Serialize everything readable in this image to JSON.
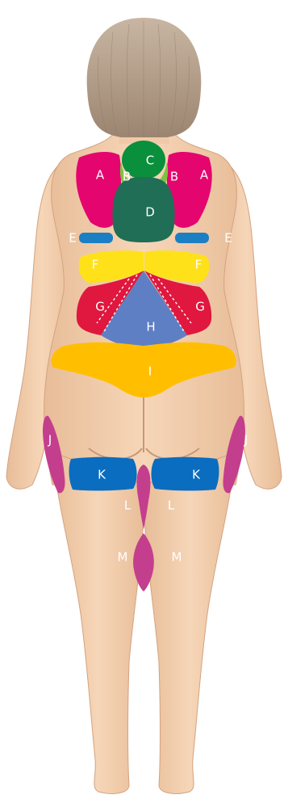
{
  "figure": {
    "colors": {
      "skin": "#f0c9a8",
      "skin_shadow": "#d9a886",
      "hair": "#b19b86",
      "zone_A": "#e4066e",
      "zone_B": "#7dc242",
      "zone_C": "#0a8f3c",
      "zone_D": "#1f6e55",
      "zone_E": "#1b7fc4",
      "zone_F": "#ffe11a",
      "zone_G": "#e0173e",
      "zone_H": "#5f7fc4",
      "zone_I": "#ffbf00",
      "zone_J": "#c43e8e",
      "zone_K": "#0a6dbf",
      "zone_L": "#c43e8e",
      "zone_M": "#c43e8e"
    },
    "labels": {
      "A": "A",
      "B": "B",
      "C": "C",
      "D": "D",
      "E": "E",
      "F": "F",
      "G": "G",
      "H": "H",
      "I": "I",
      "J": "J",
      "K": "K",
      "L": "L",
      "M": "M"
    }
  }
}
